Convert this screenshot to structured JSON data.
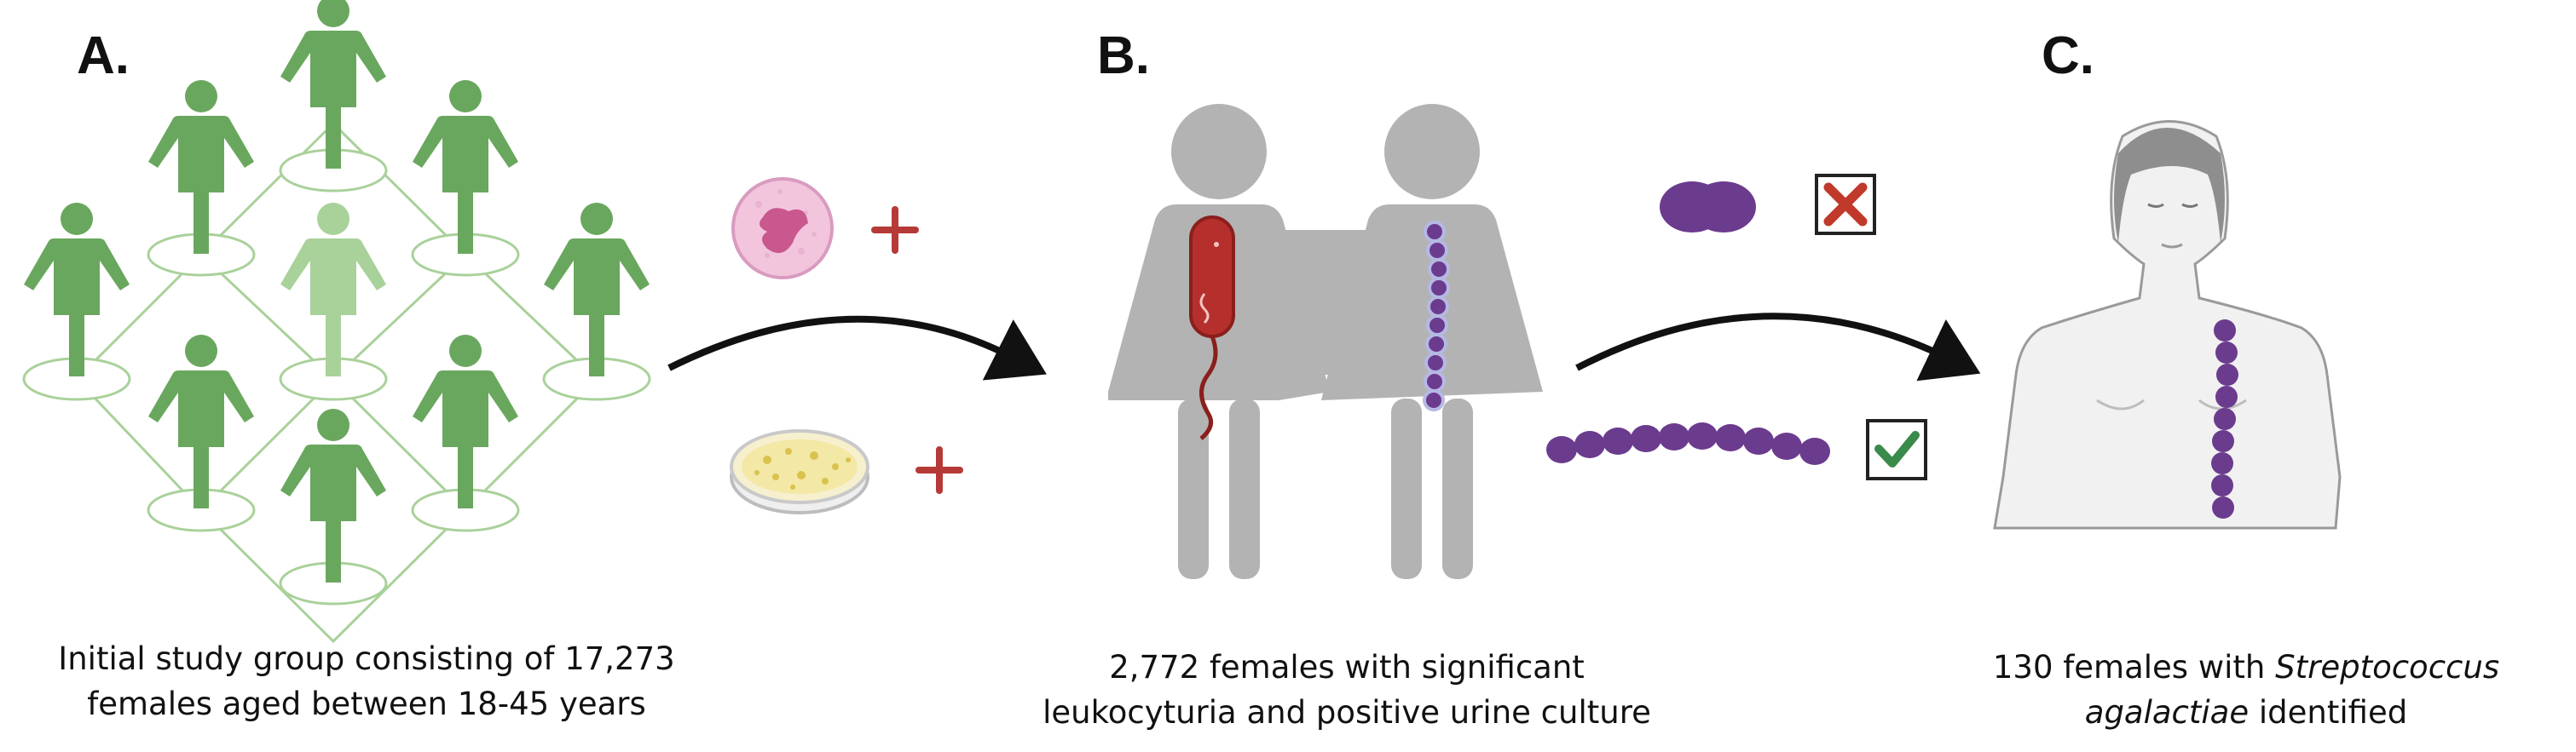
{
  "panels": [
    {
      "letter": "A.",
      "caption": [
        "Initial study group consisting of 17,273",
        "females aged between 18-45 years"
      ]
    },
    {
      "letter": "B.",
      "caption": [
        "2,772 females with significant",
        "leukocyturia and positive urine culture"
      ]
    },
    {
      "letter": "C.",
      "caption_line1_plain": "130 females with ",
      "caption_line1_italic": "Streptococcus",
      "caption_line2_italic": "agalactiae",
      "caption_line2_plain": " identified"
    }
  ],
  "icons": {
    "leukocyte": "plus-sign",
    "culture_plate": "plus-sign",
    "diplococcus": "cross-mark",
    "streptococcus_chain": "check-mark"
  },
  "colors": {
    "people_green": "#6aa75e",
    "people_green_light": "#a9d19a",
    "female_gray": "#b3b3b3",
    "bacteria_red": "#b5302c",
    "bacteria_purple": "#6b3b8e",
    "plus_red": "#b53a37",
    "cross_red": "#c0392b",
    "check_green": "#3a8a4c"
  }
}
